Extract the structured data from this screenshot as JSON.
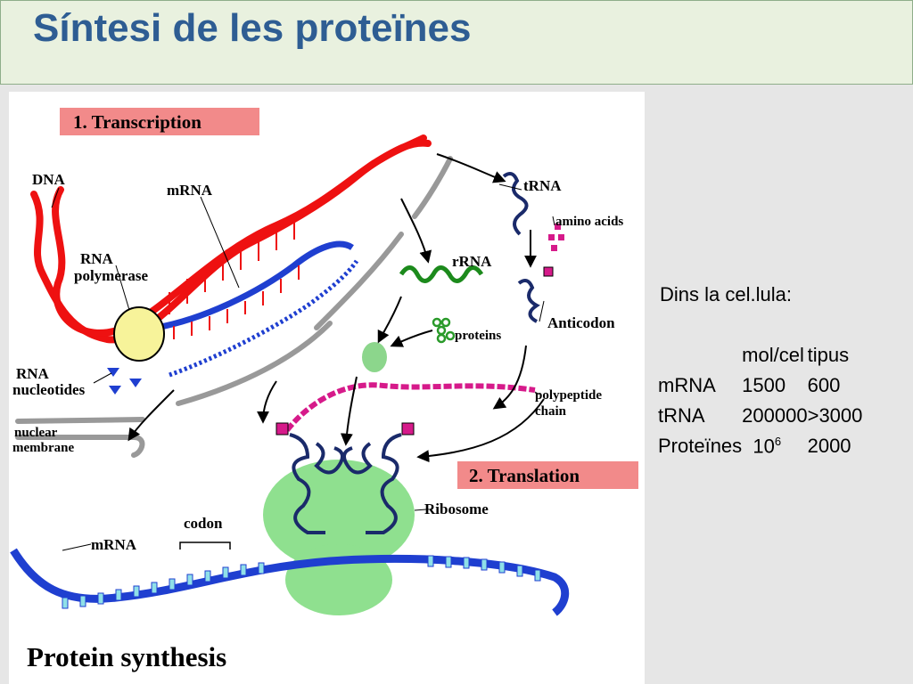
{
  "header": {
    "title": "Síntesi de les proteïnes"
  },
  "figure": {
    "labels": {
      "transcription": "1. Transcription",
      "translation": "2. Translation",
      "dna": "DNA",
      "mrna_top": "mRNA",
      "rna_polymerase_1": "RNA",
      "rna_polymerase_2": "polymerase",
      "rna_nucleotides_1": "RNA",
      "rna_nucleotides_2": "nucleotides",
      "nuclear_membrane_1": "nuclear",
      "nuclear_membrane_2": "membrane",
      "trna": "tRNA",
      "amino_acids": "amino acids",
      "rrna": "rRNA",
      "proteins": "proteins",
      "anticodon": "Anticodon",
      "polypeptide_1": "polypeptide",
      "polypeptide_2": "chain",
      "ribosome": "Ribosome",
      "codon": "codon",
      "mrna_bottom": "mRNA",
      "caption": "Protein synthesis"
    }
  },
  "info": {
    "intro": "Dins la cel.lula:",
    "headers": [
      "",
      "mol/cel",
      "tipus"
    ],
    "rows": [
      {
        "name": "mRNA",
        "count": "1500",
        "types": "600"
      },
      {
        "name": "tRNA",
        "count": "200000",
        "types": ">3000"
      },
      {
        "name": "Proteïnes",
        "count_base": "10",
        "count_exp": "6",
        "types": "2000"
      }
    ]
  }
}
